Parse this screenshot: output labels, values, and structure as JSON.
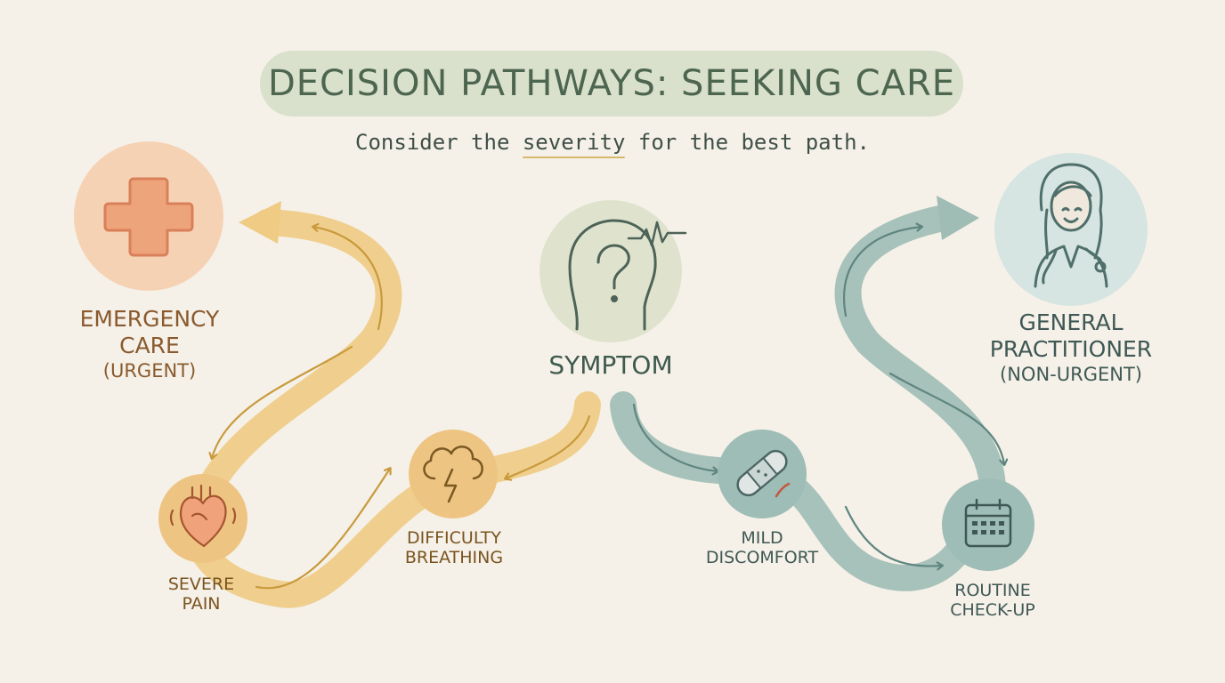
{
  "title": "DECISION PATHWAYS: SEEKING CARE",
  "subtitle": {
    "before": "Consider the ",
    "highlight": "severity",
    "after": " for the best path."
  },
  "center": {
    "label": "SYMPTOM",
    "icon": "head-question-icon"
  },
  "emergency": {
    "line1": "EMERGENCY",
    "line2": "CARE",
    "qualifier": "(URGENT)",
    "icon": "medical-cross-icon"
  },
  "gp": {
    "line1": "GENERAL",
    "line2": "PRACTITIONER",
    "qualifier": "(NON-URGENT)",
    "icon": "doctor-icon"
  },
  "nodes": {
    "severe_pain": {
      "line1": "SEVERE",
      "line2": "PAIN",
      "icon": "heart-icon"
    },
    "difficulty_breathing": {
      "line1": "DIFFICULTY",
      "line2": "BREATHING",
      "icon": "storm-cloud-icon"
    },
    "mild_discomfort": {
      "line1": "MILD",
      "line2": "DISCOMFORT",
      "icon": "bandage-icon"
    },
    "routine_checkup": {
      "line1": "ROUTINE",
      "line2": "CHECK-UP",
      "icon": "calendar-icon"
    }
  },
  "colors": {
    "background": "#f5f1e8",
    "urgent_path": "#efcb84",
    "urgent_arrow": "#c99a3c",
    "routine_path": "#9fbcb5",
    "routine_arrow": "#5f8580",
    "emergency_text": "#8a5a2e",
    "emergency_circle": "#f6d2b4",
    "gp_circle": "#d6e5e1",
    "symptom_circle": "#dfe3cd",
    "node_amber": "#eec483",
    "node_teal": "#9ebdb6",
    "text_dark": "#3f4f47"
  }
}
